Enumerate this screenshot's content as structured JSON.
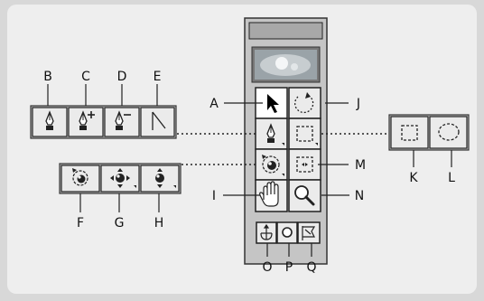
{
  "callouts": {
    "A": "A",
    "B": "B",
    "C": "C",
    "D": "D",
    "E": "E",
    "F": "F",
    "G": "G",
    "H": "H",
    "I": "I",
    "J": "J",
    "K": "K",
    "L": "L",
    "M": "M",
    "N": "N",
    "O": "O",
    "P": "P",
    "Q": "Q"
  },
  "tools": {
    "selection": "selection-arrow-icon",
    "direct_select": "rotate-icon",
    "pen": "pen-icon",
    "rect_marquee": "rectangle-marquee-icon",
    "rotate_3d": "rotate-3d-icon",
    "marquee_center": "marquee-from-center-icon",
    "hand": "hand-icon",
    "zoom": "zoom-magnifier-icon",
    "pen_plus": "add-point-pen-icon",
    "pen_minus": "delete-point-pen-icon",
    "convert_point": "convert-point-icon",
    "rect_marquee_alt": "rectangle-marquee-icon",
    "ellipse_marquee": "ellipse-marquee-icon",
    "anchor_point": "anchor-point-icon",
    "ellipse_small": "ellipse-icon",
    "flag": "flag-icon"
  }
}
